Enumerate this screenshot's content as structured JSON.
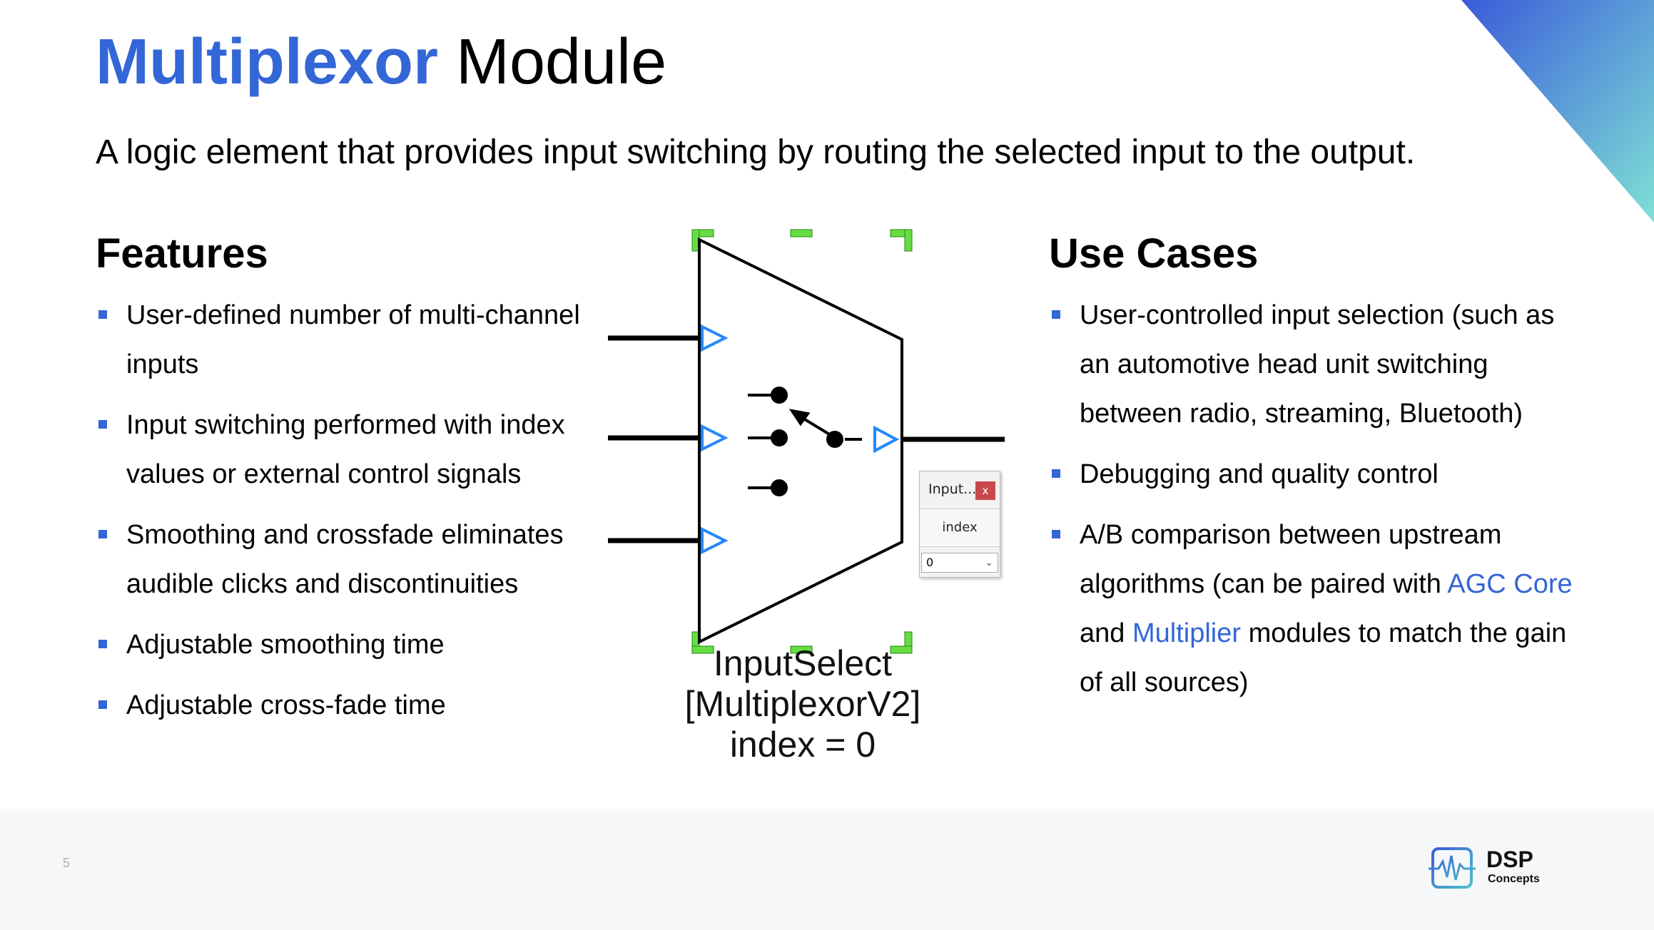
{
  "slide": {
    "title_accent": "Multiplexor",
    "title_rest": " Module",
    "subtitle": "A logic element that provides input switching by routing the selected input to the output.",
    "page_number": "5"
  },
  "features": {
    "heading": "Features",
    "items": [
      "User-defined number of multi-channel inputs",
      "Input switching performed with index values or external control signals",
      "Smoothing and crossfade eliminates audible clicks and discontinuities",
      "Adjustable smoothing time",
      "Adjustable cross-fade time"
    ]
  },
  "use_cases": {
    "heading": "Use Cases",
    "item1": "User-controlled input selection (such as an automotive head unit switching between radio, streaming, Bluetooth)",
    "item2": "Debugging and quality control",
    "item3_part1": "A/B comparison between upstream algorithms (can be paired with ",
    "item3_link1": "AGC Core",
    "item3_part2": " and ",
    "item3_link2": "Multiplier",
    "item3_part3": " modules to match the gain of all sources)"
  },
  "diagram": {
    "label_line1": "InputSelect",
    "label_line2": "[MultiplexorV2]",
    "label_line3": "index = 0",
    "popup_title": "Input...",
    "popup_close": "x",
    "popup_field_label": "index",
    "popup_value": "0"
  },
  "logo": {
    "line1": "DSP",
    "line2": "Concepts"
  },
  "colors": {
    "accent": "#3366d6",
    "handle_green": "#66dd44",
    "port_blue": "#3399ff"
  }
}
